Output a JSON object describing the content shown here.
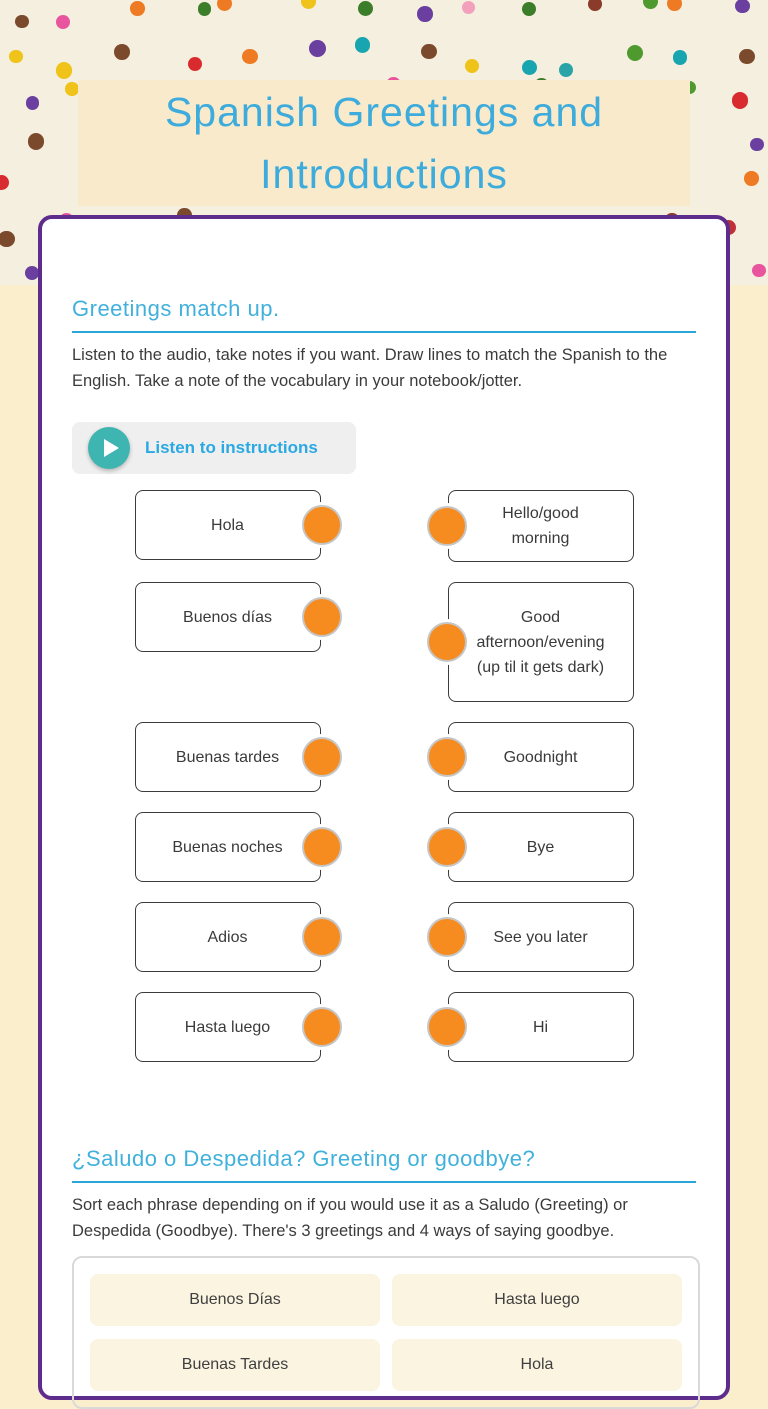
{
  "title": "Spanish Greetings and Introductions",
  "match": {
    "heading": "Greetings match up.",
    "instructions": "Listen to the audio, take notes if you want.  Draw lines to match the Spanish to the English.  Take a note of the vocabulary in your notebook/jotter.",
    "audio_label": "Listen to instructions",
    "left": [
      "Hola",
      "Buenos días",
      "Buenas tardes",
      "Buenas noches",
      "Adios",
      "Hasta luego"
    ],
    "right": [
      "Hello/good morning",
      "Good afternoon/evening (up til it gets dark)",
      "Goodnight",
      "Bye",
      "See you later",
      "Hi"
    ]
  },
  "sort": {
    "heading": "¿Saludo o Despedida? Greeting or goodbye?",
    "instructions": "Sort each phrase depending on if you would use it as a Saludo (Greeting) or Despedida (Goodbye).  There's 3  greetings and 4 ways of saying goodbye.",
    "tiles": [
      "Buenos Días",
      "Hasta luego",
      "Buenas Tardes",
      "Hola"
    ]
  },
  "theme": {
    "accent_blue": "#3DABDC",
    "underline_blue": "#29A7D9",
    "purple_border": "#5E2C8C",
    "orange_dot": "#F68C1F",
    "audio_teal": "#3FB5B1",
    "page_cream": "#FBEECD",
    "banner_cream": "#F8EACB",
    "confetti_bg": "#F4EFDE",
    "tile_cream": "#FBF4E0",
    "confetti_colors": [
      "#D92B2F",
      "#7B4A2D",
      "#2BA4A8",
      "#6B3FA0",
      "#4E9A2F",
      "#EE7A23",
      "#E8559E",
      "#F2A0BC",
      "#EFC319",
      "#8A3B2A",
      "#7B4A2D",
      "#3C7D2A",
      "#C03038",
      "#18A5B0",
      "#7B4A2D"
    ]
  }
}
